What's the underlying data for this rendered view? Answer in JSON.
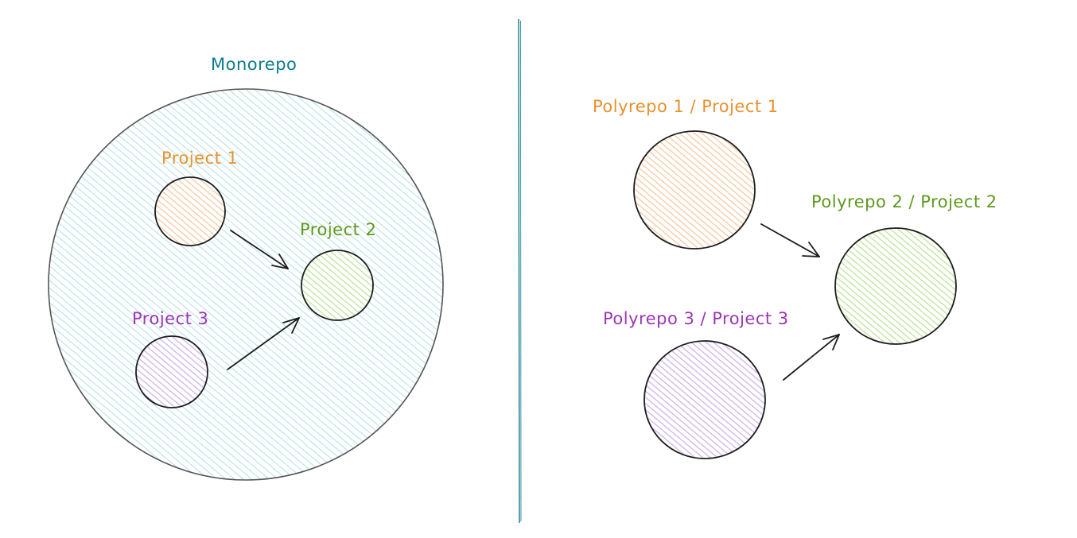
{
  "monorepo": {
    "title": "Monorepo",
    "projects": [
      {
        "key": "p1",
        "label": "Project 1",
        "color": "#e8912f",
        "fill": "#f6c9a3"
      },
      {
        "key": "p2",
        "label": "Project 2",
        "color": "#5e9a1c",
        "fill": "#bfe39a"
      },
      {
        "key": "p3",
        "label": "Project 3",
        "color": "#9c36b5",
        "fill": "#cdb4ef"
      }
    ],
    "container_fill": "#c4ecef",
    "title_color": "#0c7c8c"
  },
  "polyrepo": {
    "projects": [
      {
        "key": "p1",
        "label": "Polyrepo 1 / Project 1",
        "color": "#e8912f",
        "fill": "#f6c9a3"
      },
      {
        "key": "p2",
        "label": "Polyrepo 2 / Project 2",
        "color": "#5e9a1c",
        "fill": "#bfe39a"
      },
      {
        "key": "p3",
        "label": "Polyrepo 3 / Project 3",
        "color": "#9c36b5",
        "fill": "#cdb4ef"
      }
    ]
  },
  "divider_color": "#0c7c8c",
  "stroke_color": "#1e1e1e"
}
